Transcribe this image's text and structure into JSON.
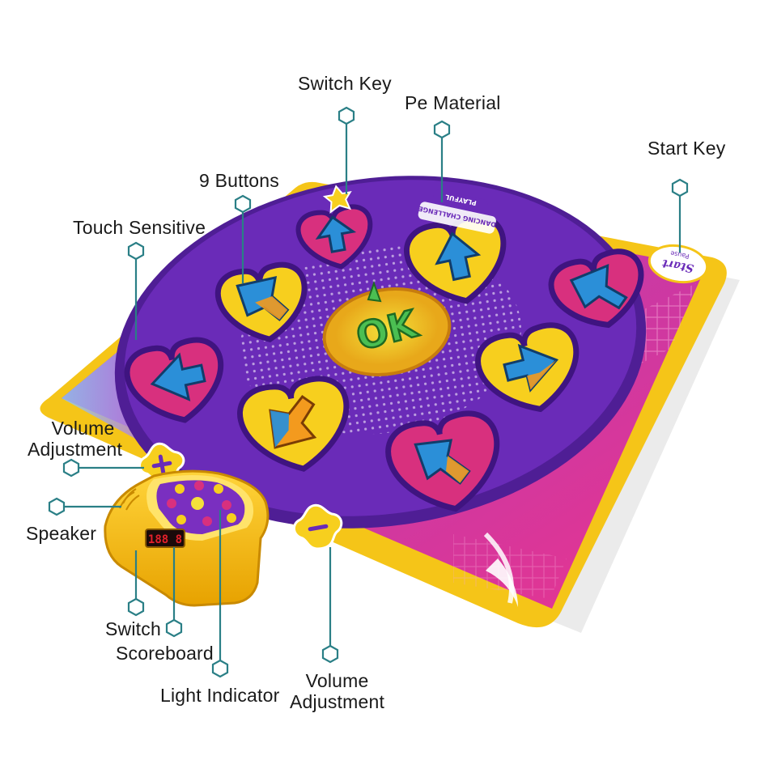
{
  "colors": {
    "mat_border": "#f5c518",
    "mat_pink": "#e8348f",
    "mat_purple": "#6a2bb8",
    "flower_purple": "#5a22a6",
    "heart_yellow": "#f7cf1e",
    "heart_pink": "#d8307e",
    "arrow_blue": "#2b8fd8",
    "arrow_orange": "#f39a1e",
    "callout_teal": "#2a7f86",
    "controller_yellow": "#f5b800",
    "scoreboard_red": "#e3202a"
  },
  "mat": {
    "center_label": "OK",
    "brand_text": "DANCING CHALLENGE",
    "brand_sub": "PLAYFUL",
    "start_key_text": "Start",
    "start_key_sub": "Pause"
  },
  "controller": {
    "score_digits": "188 8"
  },
  "callouts": [
    {
      "id": "switch-key",
      "text": [
        "Switch Key"
      ]
    },
    {
      "id": "pe-material",
      "text": [
        "Pe Material"
      ]
    },
    {
      "id": "start-key",
      "text": [
        "Start Key"
      ]
    },
    {
      "id": "nine-buttons",
      "text": [
        "9 Buttons"
      ]
    },
    {
      "id": "touch-sensitive",
      "text": [
        "Touch Sensitive"
      ]
    },
    {
      "id": "volume-left",
      "text": [
        "Volume",
        "Adjustment"
      ]
    },
    {
      "id": "speaker",
      "text": [
        "Speaker"
      ]
    },
    {
      "id": "switch",
      "text": [
        "Switch"
      ]
    },
    {
      "id": "scoreboard",
      "text": [
        "Scoreboard"
      ]
    },
    {
      "id": "light-indicator",
      "text": [
        "Light Indicator"
      ]
    },
    {
      "id": "volume-bottom",
      "text": [
        "Volume",
        "Adjustment"
      ]
    }
  ]
}
